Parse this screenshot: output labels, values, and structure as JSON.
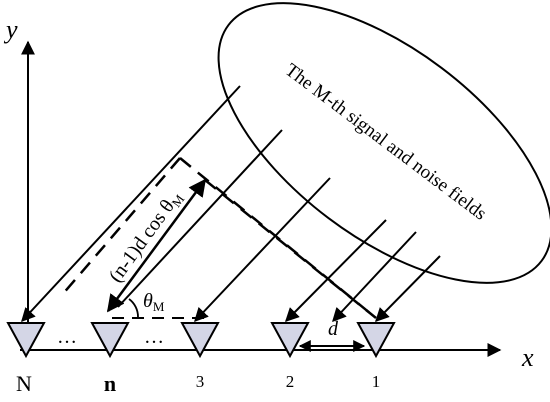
{
  "axes": {
    "y_label": "y",
    "x_label": "x"
  },
  "ellipse": {
    "label": "The M-th signal and noise fields"
  },
  "sensors": [
    {
      "label": "N"
    },
    {
      "label": "n"
    },
    {
      "label": "3"
    },
    {
      "label": "2"
    },
    {
      "label": "1"
    }
  ],
  "ellipses_between": [
    "…",
    "…"
  ],
  "annotations": {
    "path_difference": "(n-1)d cos θ",
    "path_difference_sub": "M",
    "angle": "θ",
    "angle_sub": "M",
    "spacing": "d"
  },
  "colors": {
    "sensor_fill": "#d4d6e6",
    "stroke": "#000000"
  }
}
